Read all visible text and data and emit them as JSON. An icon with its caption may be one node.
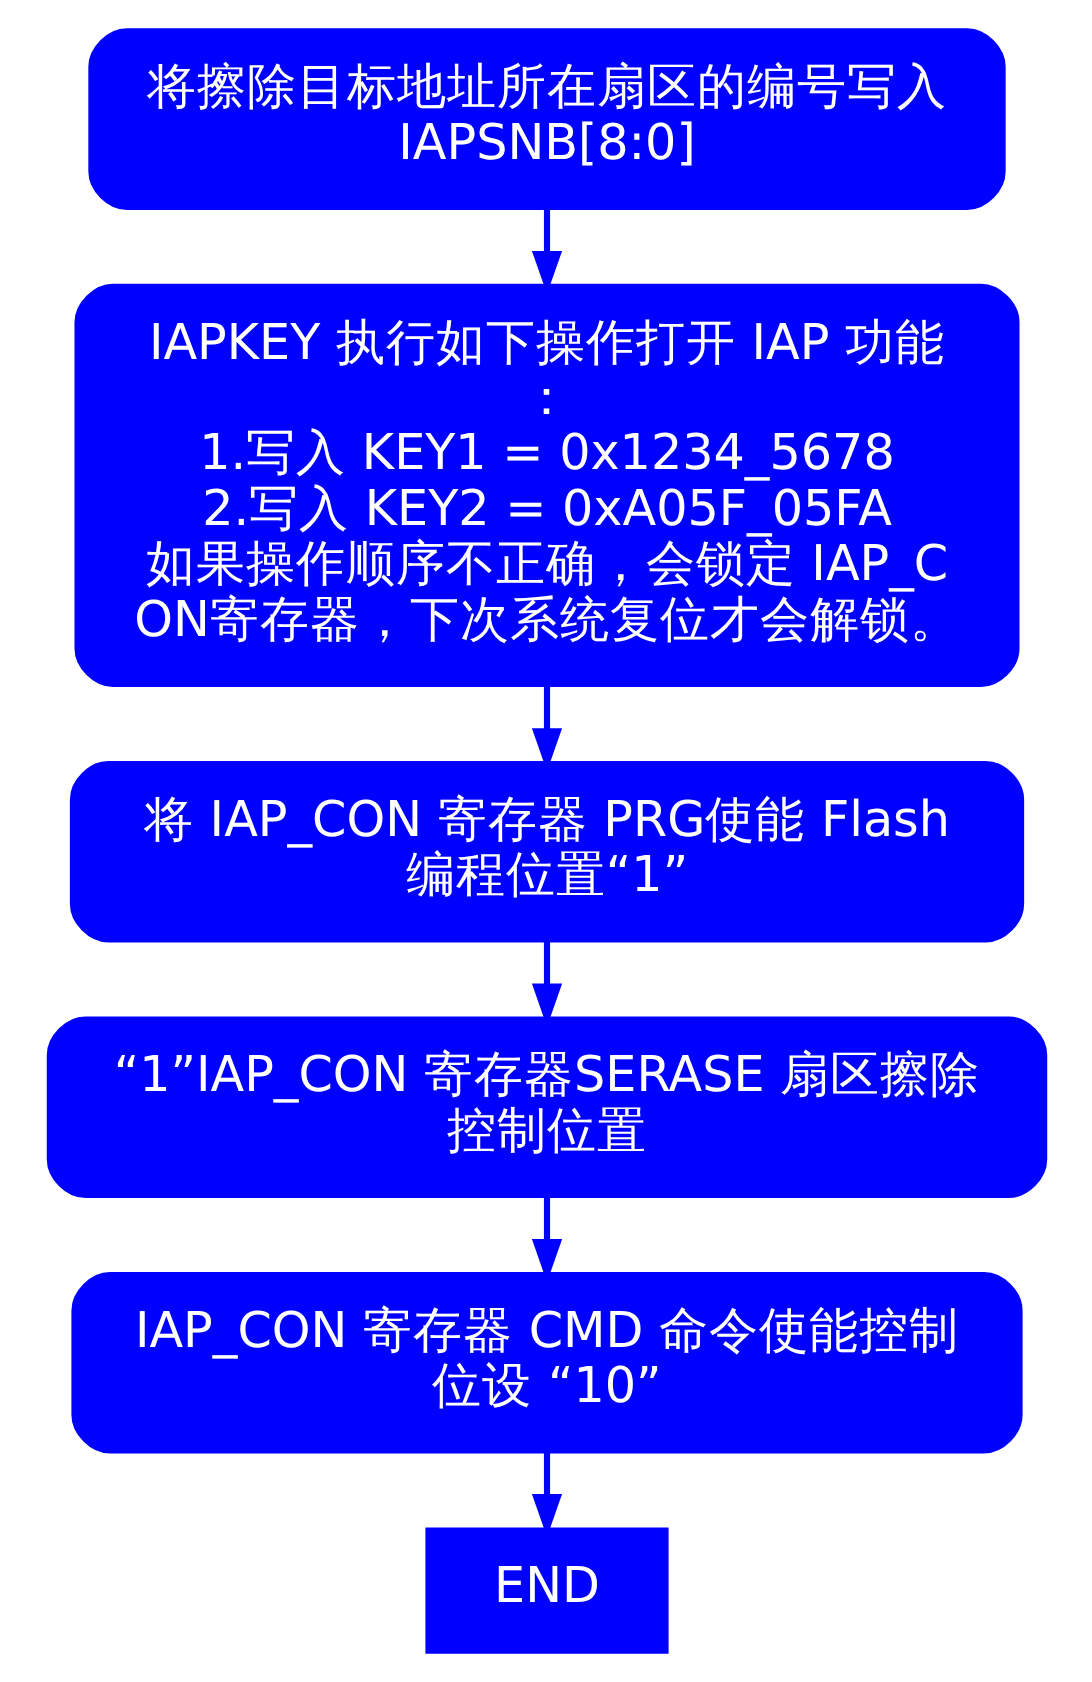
{
  "diagram": {
    "nodes": [
      {
        "text": [
          "将擦除目标地址所在扇区的编号写入 IAPSNB[8:0]"
        ]
      },
      {
        "text": [
          "IAPKEY 执行如下操作打开 IAP 功能：",
          "1.写入 KEY1 = 0x1234_5678",
          "2.写入 KEY2 = 0xA05F_05FA",
          "如果操作顺序不正确，会锁定 IAP_CON寄存器，下次系统复位才会解锁。"
        ]
      },
      {
        "text": [
          "将 IAP_CON 寄存器 PRG使能 Flash 编程位置“1”"
        ]
      },
      {
        "text": [
          "“1”IAP_CON 寄存器SERASE 扇区擦除控制位置"
        ]
      },
      {
        "text": [
          "IAP_CON 寄存器 CMD 命令使能控制位设 “10”"
        ]
      },
      {
        "text": [
          "END"
        ]
      }
    ],
    "edges": [
      {
        "from": 0,
        "to": 1,
        "arrow": "to"
      },
      {
        "from": 1,
        "to": 2,
        "arrow": "to"
      },
      {
        "from": 2,
        "to": 3,
        "arrow": "to"
      },
      {
        "from": 3,
        "to": 4,
        "arrow": "to"
      },
      {
        "from": 4,
        "to": 5,
        "arrow": "to"
      }
    ]
  }
}
